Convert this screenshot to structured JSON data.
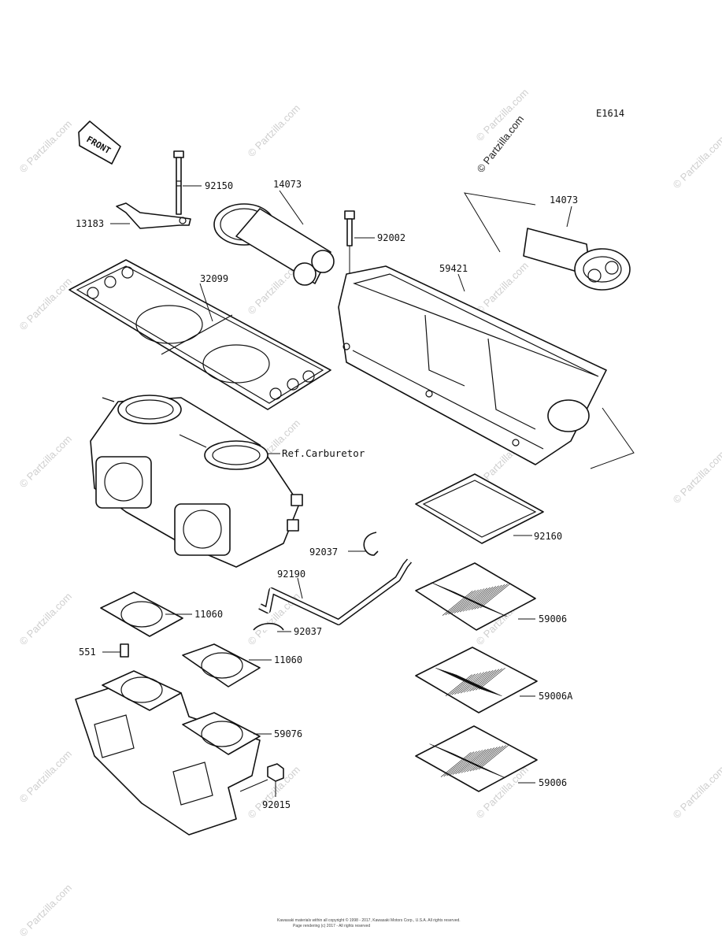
{
  "diagram_code": "E1614",
  "front_label": "FRONT",
  "watermark": "© Partzilla.com",
  "footer_lines": [
    "Kawasaki materials within all copyright © 1998 - 2017, Kawasaki Motors Corp., U.S.A. All rights reserved.",
    "Page rendering (c) 2017 - All rights reserved"
  ],
  "callouts": [
    {
      "id": "92150",
      "text": "92150"
    },
    {
      "id": "13183",
      "text": "13183"
    },
    {
      "id": "14073-left",
      "text": "14073"
    },
    {
      "id": "14073-right",
      "text": "14073"
    },
    {
      "id": "92002",
      "text": "92002"
    },
    {
      "id": "32099",
      "text": "32099"
    },
    {
      "id": "59421",
      "text": "59421"
    },
    {
      "id": "ref-carburetor",
      "text": "Ref.Carburetor"
    },
    {
      "id": "92160",
      "text": "92160"
    },
    {
      "id": "92037-top",
      "text": "92037"
    },
    {
      "id": "92190",
      "text": "92190"
    },
    {
      "id": "11060-top",
      "text": "11060"
    },
    {
      "id": "92037-bottom",
      "text": "92037"
    },
    {
      "id": "59006-top",
      "text": "59006"
    },
    {
      "id": "551",
      "text": "551"
    },
    {
      "id": "11060-bottom",
      "text": "11060"
    },
    {
      "id": "59006a",
      "text": "59006A"
    },
    {
      "id": "59076",
      "text": "59076"
    },
    {
      "id": "59006-bottom",
      "text": "59006"
    },
    {
      "id": "92015",
      "text": "92015"
    }
  ]
}
